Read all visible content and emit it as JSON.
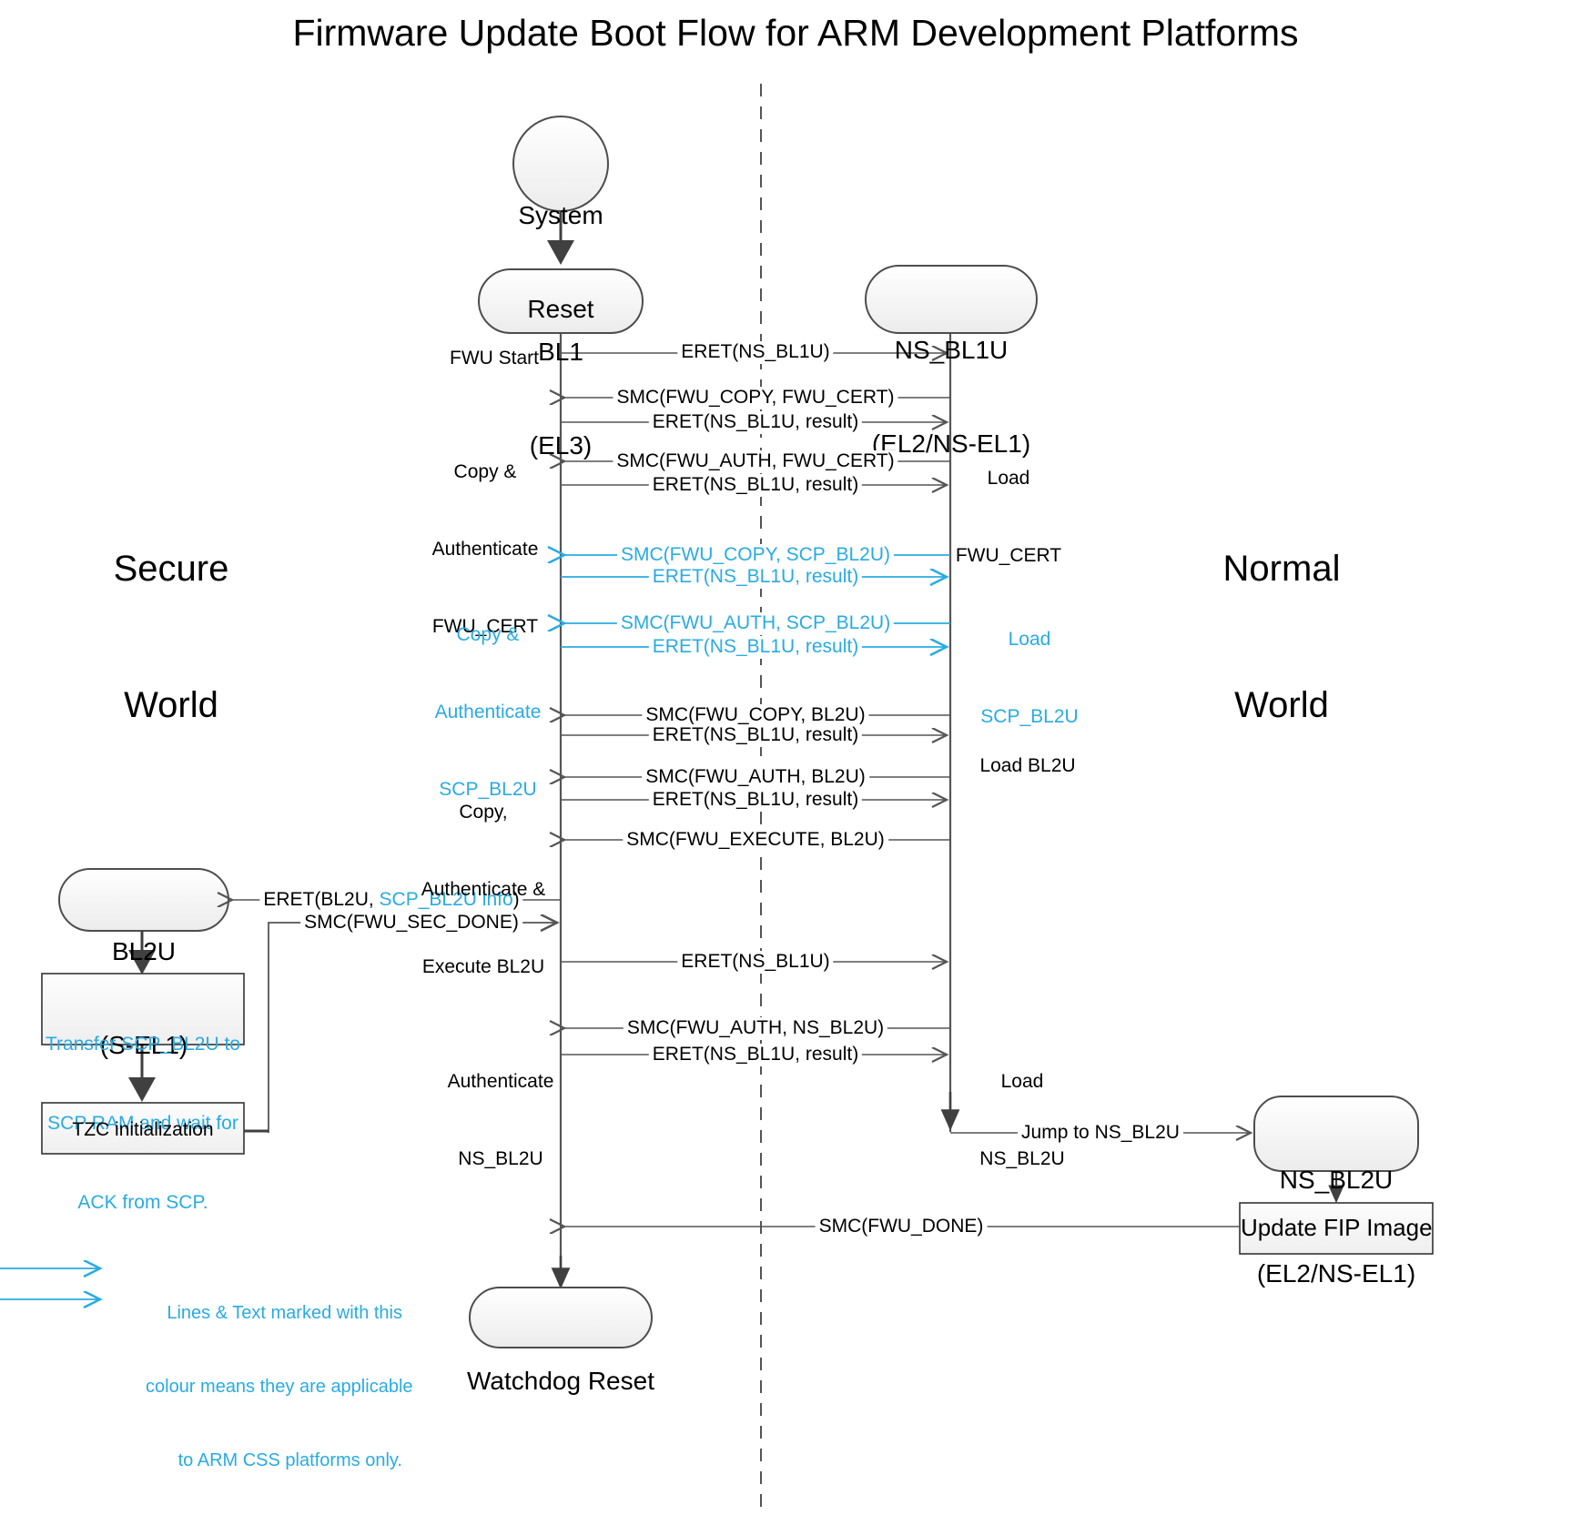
{
  "title": "Firmware Update Boot Flow for ARM Development Platforms",
  "colors": {
    "accent_cyan": "#29ABE2",
    "line_black": "#404040",
    "node_fill": "#f2f2f2",
    "node_stroke": "#4d4d4d",
    "box_fill": "#f5f5f5",
    "box_stroke": "#333333"
  },
  "worlds": {
    "secure": "Secure\nWorld",
    "secure_line1": "Secure",
    "secure_line2": "World",
    "normal_line1": "Normal",
    "normal_line2": "World"
  },
  "nodes": {
    "system_reset": {
      "line1": "System",
      "line2": "Reset"
    },
    "bl1": {
      "line1": "BL1",
      "line2": "(EL3)"
    },
    "ns_bl1u": {
      "line1": "NS_BL1U",
      "line2": "(EL2/NS-EL1)"
    },
    "bl2u": {
      "line1": "BL2U",
      "line2": "(S-EL1)"
    },
    "ns_bl2u": {
      "line1": "NS_BL2U",
      "line2": "(EL2/NS-EL1)"
    },
    "watchdog_reset": {
      "line1": "Watchdog Reset"
    }
  },
  "process_boxes": {
    "transfer_scp": "Transfer SCP_BL2U to\nSCP RAM and wait for\nACK from SCP.",
    "transfer_scp_l1": "Transfer SCP_BL2U to",
    "transfer_scp_l2": "SCP RAM and wait for",
    "transfer_scp_l3": "ACK from SCP.",
    "tzc_init": "TZC initialization",
    "update_fip": "Update FIP Image"
  },
  "messages": [
    {
      "id": "m1",
      "text": "ERET(NS_BL1U)",
      "color": "black",
      "dir": "right"
    },
    {
      "id": "m2",
      "text": "SMC(FWU_COPY, FWU_CERT)",
      "color": "black",
      "dir": "left"
    },
    {
      "id": "m3",
      "text": "ERET(NS_BL1U, result)",
      "color": "black",
      "dir": "right"
    },
    {
      "id": "m4",
      "text": "SMC(FWU_AUTH, FWU_CERT)",
      "color": "black",
      "dir": "left"
    },
    {
      "id": "m5",
      "text": "ERET(NS_BL1U, result)",
      "color": "black",
      "dir": "right"
    },
    {
      "id": "m6",
      "text": "SMC(FWU_COPY, SCP_BL2U)",
      "color": "cyan",
      "dir": "left"
    },
    {
      "id": "m7",
      "text": "ERET(NS_BL1U, result)",
      "color": "cyan",
      "dir": "right"
    },
    {
      "id": "m8",
      "text": "SMC(FWU_AUTH, SCP_BL2U)",
      "color": "cyan",
      "dir": "left"
    },
    {
      "id": "m9",
      "text": "ERET(NS_BL1U, result)",
      "color": "cyan",
      "dir": "right"
    },
    {
      "id": "m10",
      "text": "SMC(FWU_COPY, BL2U)",
      "color": "black",
      "dir": "left"
    },
    {
      "id": "m11",
      "text": "ERET(NS_BL1U, result)",
      "color": "black",
      "dir": "right"
    },
    {
      "id": "m12",
      "text": "SMC(FWU_AUTH, BL2U)",
      "color": "black",
      "dir": "left"
    },
    {
      "id": "m13",
      "text": "ERET(NS_BL1U, result)",
      "color": "black",
      "dir": "right"
    },
    {
      "id": "m14",
      "text": "SMC(FWU_EXECUTE, BL2U)",
      "color": "black",
      "dir": "left"
    },
    {
      "id": "m15",
      "text": "SMC(FWU_SEC_DONE)",
      "color": "black",
      "dir": "right"
    },
    {
      "id": "m16",
      "text": "ERET(NS_BL1U)",
      "color": "black",
      "dir": "right"
    },
    {
      "id": "m17",
      "text": "SMC(FWU_AUTH, NS_BL2U)",
      "color": "black",
      "dir": "left"
    },
    {
      "id": "m18",
      "text": "ERET(NS_BL1U, result)",
      "color": "black",
      "dir": "right"
    },
    {
      "id": "m19",
      "text": "Jump to NS_BL2U",
      "color": "black",
      "dir": "right"
    },
    {
      "id": "m20",
      "text": "SMC(FWU_DONE)",
      "color": "black",
      "dir": "left"
    }
  ],
  "eret_bl2u": {
    "prefix": "ERET(BL2U, ",
    "highlight": "SCP_BL2U info",
    "suffix": ")"
  },
  "left_annotations": {
    "fwu_start": "FWU Start",
    "copy_auth_cert_l1": "Copy &",
    "copy_auth_cert_l2": "Authenticate",
    "copy_auth_cert_l3": "FWU_CERT",
    "copy_auth_scp_l1": "Copy &",
    "copy_auth_scp_l2": "Authenticate",
    "copy_auth_scp_l3": "SCP_BL2U",
    "copy_auth_exec_l1": "Copy,",
    "copy_auth_exec_l2": "Authenticate &",
    "copy_auth_exec_l3": "Execute BL2U",
    "auth_nsbl2u_l1": "Authenticate",
    "auth_nsbl2u_l2": "NS_BL2U"
  },
  "right_annotations": {
    "load_fwu_cert_l1": "Load",
    "load_fwu_cert_l2": "FWU_CERT",
    "load_scp_bl2u_l1": "Load",
    "load_scp_bl2u_l2": "SCP_BL2U",
    "load_bl2u": "Load BL2U",
    "load_ns_bl2u_l1": "Load",
    "load_ns_bl2u_l2": "NS_BL2U"
  },
  "legend": {
    "line1": "Lines & Text marked with this",
    "line2": "colour means they are applicable",
    "line3": "to ARM CSS platforms only."
  }
}
